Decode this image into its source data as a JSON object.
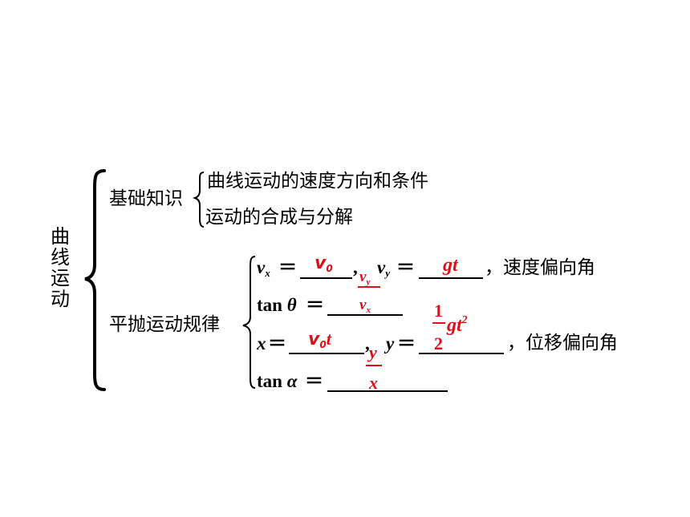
{
  "title_chars": [
    "曲",
    "线",
    "运",
    "动"
  ],
  "basics": {
    "label": "基础知识",
    "items": [
      "曲线运动的速度方向和条件",
      "运动的合成与分解"
    ]
  },
  "projectile": {
    "label": "平抛运动规律",
    "row1": {
      "vx_var": "v",
      "vx_sub": "x",
      "eq": "＝",
      "vx_answer": "v",
      "vx_answer_sub": "0",
      "comma": ",",
      "vy_var": "v",
      "vy_sub": "y",
      "vy_answer": "gt",
      "suffix": "，速度偏向角"
    },
    "row2": {
      "tan": "tan",
      "theta": "θ",
      "eq": "＝",
      "ans_num": "v",
      "ans_num_sub": "y",
      "ans_den": "v",
      "ans_den_sub": "x"
    },
    "row3": {
      "x_var": "x",
      "eq": "＝",
      "x_answer": "v",
      "x_answer_sub": "0",
      "x_answer_t": "t",
      "comma": ",",
      "y_var": "y",
      "y_ans_num": "1",
      "y_ans_den": "2",
      "y_ans_body": "gt",
      "y_ans_sup": "2",
      "suffix": "，位移偏向角"
    },
    "row4": {
      "tan": "tan",
      "alpha": "α",
      "eq": "＝",
      "ans_num": "y",
      "ans_den": "x"
    }
  },
  "colors": {
    "answer": "#e0101a",
    "text": "#000000"
  }
}
